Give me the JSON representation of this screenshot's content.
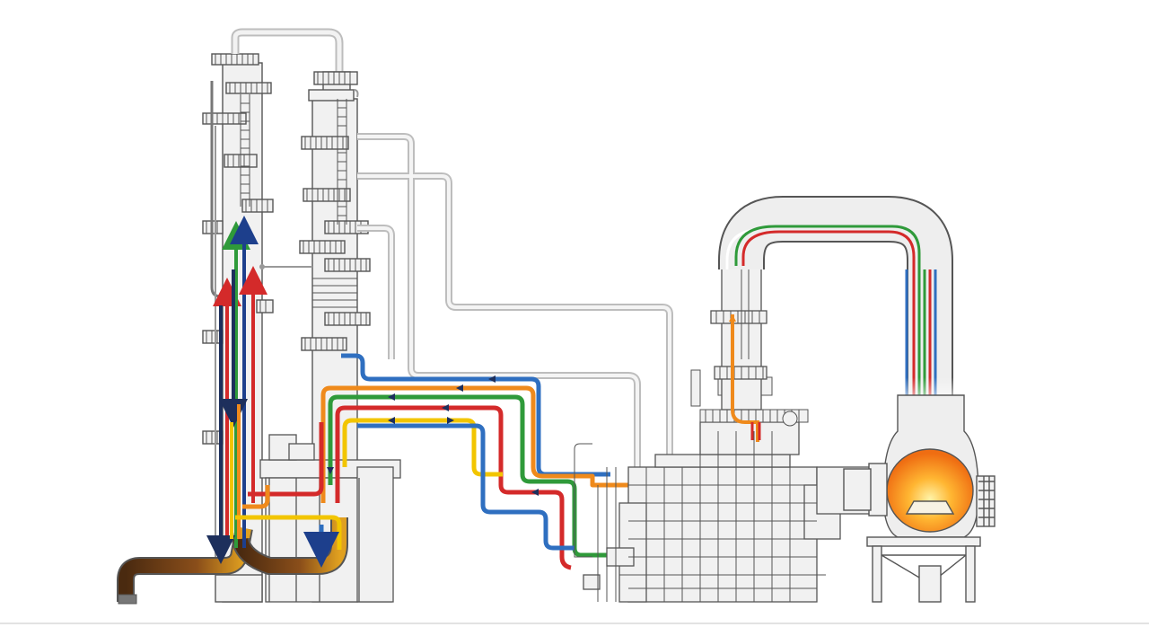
{
  "diagram": {
    "type": "process-flow-schematic",
    "labels": [],
    "units": {
      "tall_column": "distillation-column-left",
      "second_column": "distillation-column-right",
      "exchanger": "heat-exchanger-block",
      "furnace": "furnace-reactor",
      "inlet": "feed-inlet-pipe"
    },
    "stream_colors": {
      "red": "#d42a2a",
      "green": "#2f9a3a",
      "blue": "#2f6fc0",
      "orange": "#ef8a1c",
      "yellow": "#f2c500",
      "navy": "#1d2f5c",
      "crude": "#6b3b14",
      "flame": "#f7941d"
    },
    "pipe_color": "#d6d6d6",
    "line_color": "#555555"
  }
}
